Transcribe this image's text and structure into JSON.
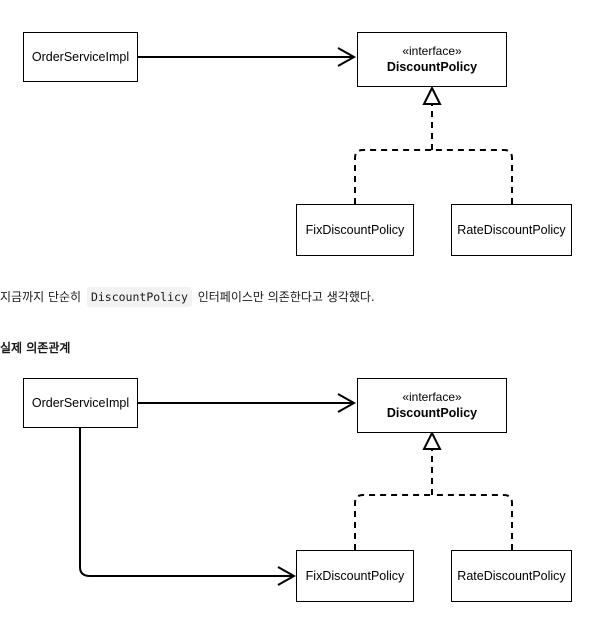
{
  "diagram1": {
    "order_service": "OrderServiceImpl",
    "interface_stereotype": "«interface»",
    "interface_name": "DiscountPolicy",
    "fix_policy": "FixDiscountPolicy",
    "rate_policy": "RateDiscountPolicy"
  },
  "paragraph": {
    "before": "지금까지 단순히",
    "code": "DiscountPolicy",
    "after": "인터페이스만 의존한다고 생각했다."
  },
  "heading": "실제 의존관계",
  "diagram2": {
    "order_service": "OrderServiceImpl",
    "interface_stereotype": "«interface»",
    "interface_name": "DiscountPolicy",
    "fix_policy": "FixDiscountPolicy",
    "rate_policy": "RateDiscountPolicy"
  }
}
